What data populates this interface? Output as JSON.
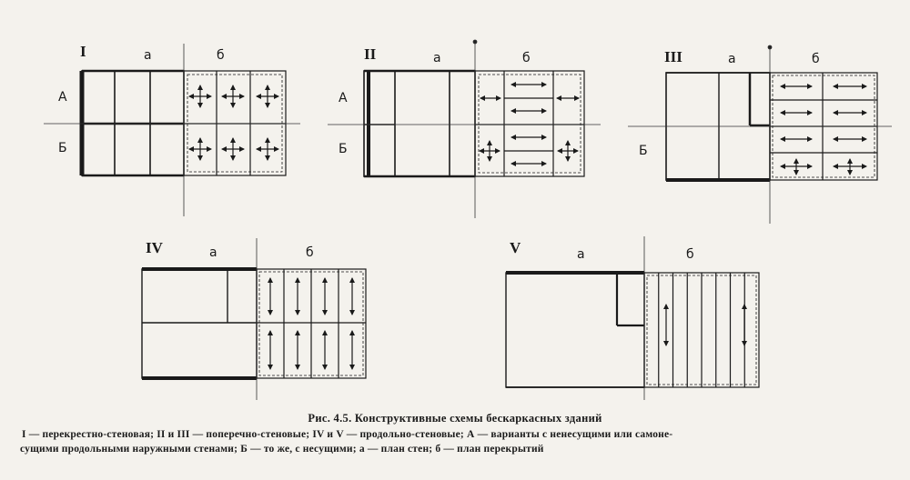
{
  "figure": {
    "schemes": [
      {
        "numeral": "I",
        "label_a": "а",
        "label_b": "б",
        "row_A": "А",
        "row_B": "Б"
      },
      {
        "numeral": "II",
        "label_a": "а",
        "label_b": "б",
        "row_A": "А",
        "row_B": "Б"
      },
      {
        "numeral": "III",
        "label_a": "а",
        "label_b": "б",
        "row_B": "Б"
      },
      {
        "numeral": "IV",
        "label_a": "а",
        "label_b": "б"
      },
      {
        "numeral": "V",
        "label_a": "а",
        "label_b": "б"
      }
    ]
  },
  "caption": {
    "title": "Рис. 4.5. Конструктивные схемы бескаркасных зданий",
    "line1": "I — перекрестно-стеновая; II и III — поперечно-стеновые; IV и V — продольно-стеновые; А — варианты с ненесущими или самоне-",
    "line2": "сущими продольными наружными стенами; Б — то же, с несущими; а — план стен; б — план перекрытий"
  }
}
